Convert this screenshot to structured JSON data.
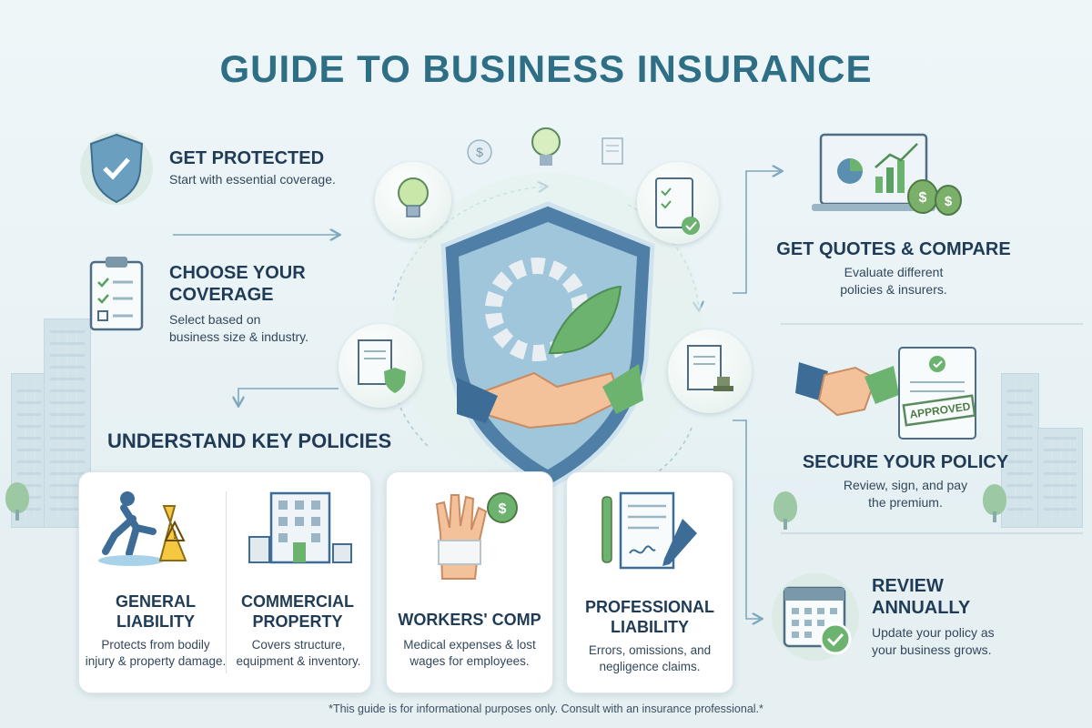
{
  "title": "GUIDE TO BUSINESS INSURANCE",
  "steps": {
    "get_protected": {
      "title": "GET PROTECTED",
      "desc": "Start with essential coverage."
    },
    "choose_coverage": {
      "title_line1": "CHOOSE YOUR",
      "title_line2": "COVERAGE",
      "desc_line1": "Select based on",
      "desc_line2": "business size & industry."
    },
    "get_quotes": {
      "title": "GET QUOTES & COMPARE",
      "desc_line1": "Evaluate different",
      "desc_line2": "policies & insurers."
    },
    "secure_policy": {
      "title": "SECURE YOUR POLICY",
      "desc_line1": "Review, sign, and pay",
      "desc_line2": "the premium.",
      "stamp": "APPROVED"
    },
    "review": {
      "title_line1": "REVIEW",
      "title_line2": "ANNUALLY",
      "desc_line1": "Update your policy as",
      "desc_line2": "your business grows."
    }
  },
  "policies": {
    "heading": "UNDERSTAND KEY POLICIES",
    "items": [
      {
        "title_line1": "GENERAL",
        "title_line2": "LIABILITY",
        "desc_line1": "Protects from bodily",
        "desc_line2": "injury & property damage."
      },
      {
        "title_line1": "COMMERCIAL",
        "title_line2": "PROPERTY",
        "desc_line1": "Covers structure,",
        "desc_line2": "equipment & inventory."
      },
      {
        "title_line1": "WORKERS' COMP",
        "title_line2": "",
        "desc_line1": "Medical expenses & lost",
        "desc_line2": "wages for employees."
      },
      {
        "title_line1": "PROFESSIONAL",
        "title_line2": "LIABILITY",
        "desc_line1": "Errors, omissions, and",
        "desc_line2": "negligence claims."
      }
    ]
  },
  "footer": "*This guide is for informational purposes only. Consult with an insurance professional.*",
  "colors": {
    "teal": "#2e6f86",
    "green": "#6bb36f",
    "shield_blue": "#5a8fb0",
    "navy": "#1f3b56"
  }
}
